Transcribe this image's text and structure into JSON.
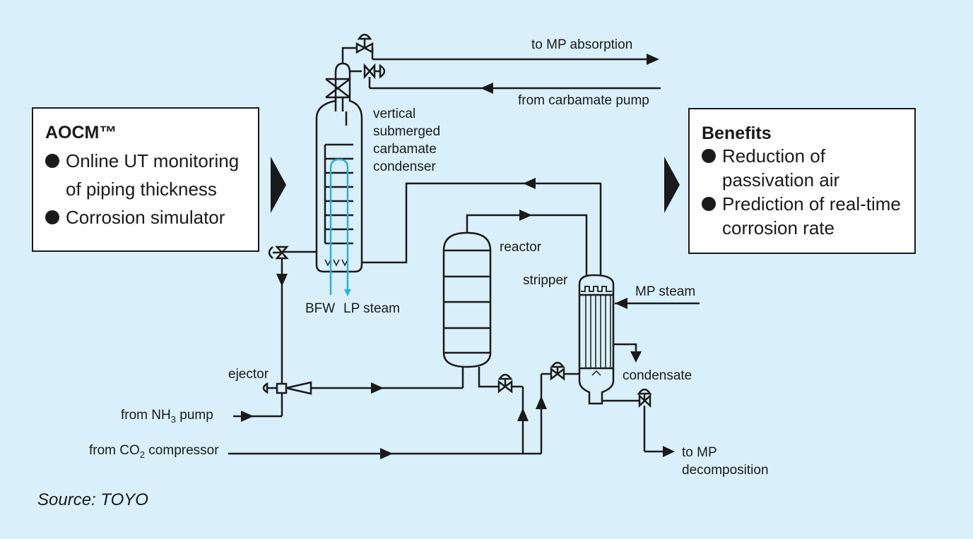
{
  "left_box": {
    "title": "AOCM™",
    "items": [
      "Online UT monitoring of piping thickness",
      "Corrosion simulator"
    ]
  },
  "right_box": {
    "title": "Benefits",
    "items": [
      "Reduction of passivation air",
      "Prediction of real-time corrosion rate"
    ]
  },
  "labels": {
    "to_mp_absorption": "to MP absorption",
    "from_carbamate_pump": "from carbamate pump",
    "condenser": [
      "vertical",
      "submerged",
      "carbamate",
      "condenser"
    ],
    "bfw": "BFW",
    "lp_steam": "LP steam",
    "reactor": "reactor",
    "stripper": "stripper",
    "mp_steam": "MP steam",
    "condensate": "condensate",
    "ejector": "ejector",
    "from_nh3_pump": "from NH",
    "nh3_sub": "3",
    "nh3_suffix": " pump",
    "from_co2_compressor": "from CO",
    "co2_sub": "2",
    "co2_suffix": " compressor",
    "to_mp_decomposition": [
      "to MP",
      "decomposition"
    ]
  },
  "source": "Source: TOYO",
  "colors": {
    "background": "#d9f0fa",
    "line": "#1a1a1a",
    "water_loop": "#2aaee0"
  }
}
